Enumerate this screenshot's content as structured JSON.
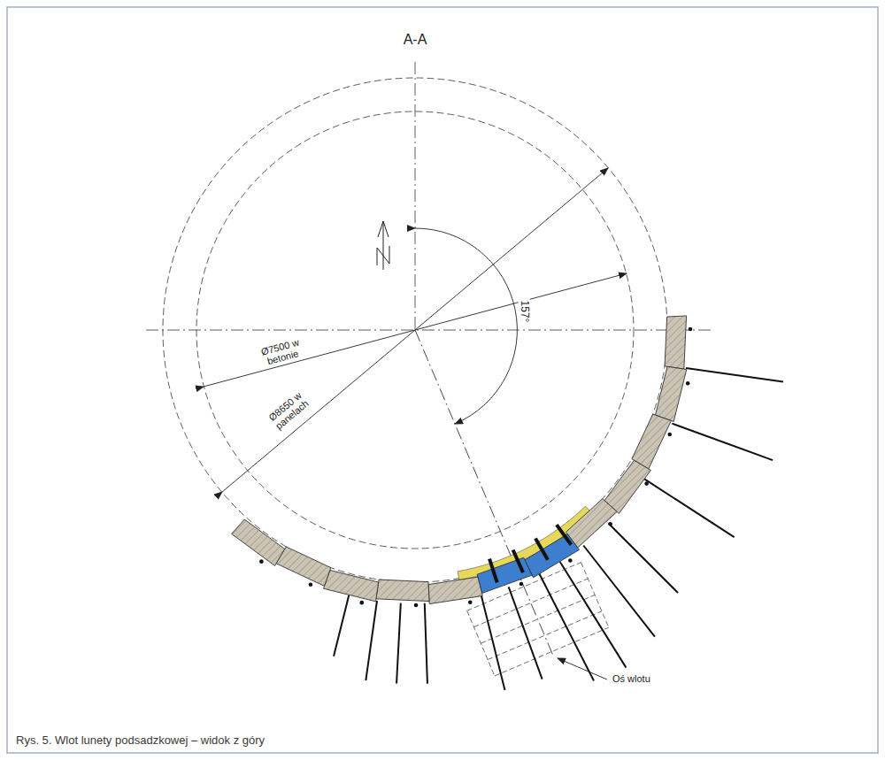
{
  "diagram": {
    "title": "A-A",
    "caption": "Rys. 5. Wlot lunety podsadzkowej – widok z góry",
    "labels": [
      "157°",
      "Ø7500 w betonie",
      "Ø8650 w panelach",
      "Oś wlotu"
    ]
  }
}
